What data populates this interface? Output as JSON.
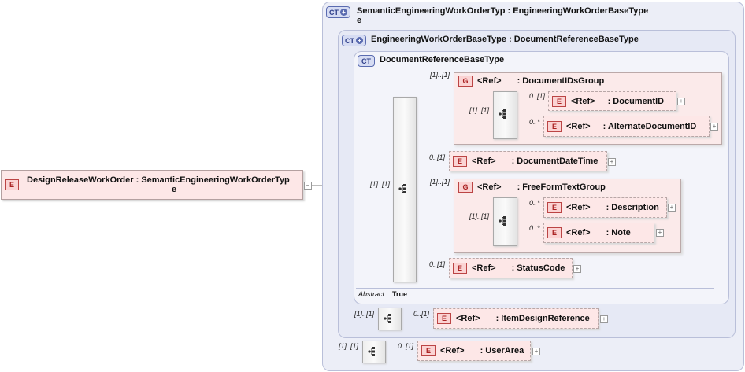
{
  "root": {
    "badge": "E",
    "name": "DesignReleaseWorkOrder",
    "type_line1": ": SemanticEngineeringWorkOrderTyp",
    "type_line2": "e"
  },
  "ct_outer": {
    "badge": "CT",
    "title_line1": "SemanticEngineeringWorkOrderTyp",
    "title_line2": "e",
    "base": ": EngineeringWorkOrderBaseType"
  },
  "ct_mid": {
    "badge": "CT",
    "title": "EngineeringWorkOrderBaseType",
    "base": ": DocumentReferenceBaseType"
  },
  "ct_inner": {
    "badge": "CT",
    "title": "DocumentReferenceBaseType",
    "abstract_label": "Abstract",
    "abstract_value": "True"
  },
  "ref": "<Ref>",
  "groups": [
    {
      "badge": "G",
      "name": ": DocumentIDsGroup",
      "card": "[1]..[1]",
      "seq_card": "[1]..[1]"
    },
    {
      "badge": "G",
      "name": ": FreeFormTextGroup",
      "card": "[1]..[1]",
      "seq_card": "[1]..[1]"
    }
  ],
  "elements": {
    "document_id": {
      "badge": "E",
      "name": ": DocumentID",
      "card": "0..[1]"
    },
    "alternate_document_id": {
      "badge": "E",
      "name": ": AlternateDocumentID",
      "card": "0..*"
    },
    "document_date_time": {
      "badge": "E",
      "name": ": DocumentDateTime",
      "card": "0..[1]"
    },
    "description": {
      "badge": "E",
      "name": ": Description",
      "card": "0..*"
    },
    "note": {
      "badge": "E",
      "name": ": Note",
      "card": "0..*"
    },
    "status_code": {
      "badge": "E",
      "name": ": StatusCode",
      "card": "0..[1]"
    },
    "item_design_reference": {
      "badge": "E",
      "name": ": ItemDesignReference",
      "card": "0..[1]"
    },
    "user_area": {
      "badge": "E",
      "name": ": UserArea",
      "card": "0..[1]"
    }
  },
  "main_seq_card": "[1]..[1]",
  "mid_seq_card": "[1]..[1]",
  "outer_seq_card": "[1]..[1]",
  "plus_sign": "+",
  "minus_sign": "−"
}
